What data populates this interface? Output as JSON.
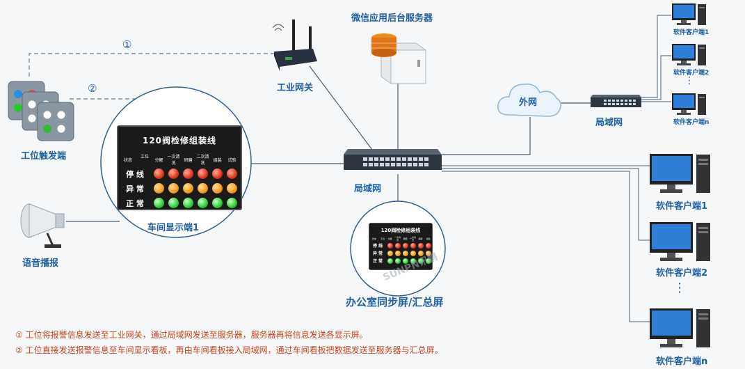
{
  "labels": {
    "server": "微信应用后台服务器",
    "gateway": "工业网关",
    "trigger": "工位触发端",
    "speaker": "语音播报",
    "workshop_display": "车间显示端1",
    "lan_main": "局域网",
    "lan_right": "局域网",
    "wan": "外网",
    "office": "办公室同步屏/汇总屏",
    "small_clients": [
      "软件客户端1",
      "软件客户端2",
      "软件客户端n"
    ],
    "big_clients": [
      "软件客户端1",
      "软件客户端2",
      "软件客户端n"
    ],
    "mark1": "①",
    "mark2": "②",
    "dots": "⋮"
  },
  "board": {
    "title": "120阀检修组装线",
    "state_col": "状态",
    "station_col": "工位",
    "columns": [
      "分解",
      "一次清洗",
      "研磨",
      "二次清洗",
      "组装",
      "试验"
    ],
    "rows": [
      {
        "label": "停 线",
        "color": "red"
      },
      {
        "label": "异 常",
        "color": "orange"
      },
      {
        "label": "正 常",
        "color": "green"
      }
    ]
  },
  "watermark": "SUNPN讯鹏",
  "notes": [
    "① 工位将报警信息发送至工业网关，通过局域网发送至服务器，服务器再将信息发送各显示屏。",
    "② 工位直接发送报警信息至车间显示看板，再由车间看板接入局域网，通过车间看板把数据发送至服务器与汇总屏。"
  ],
  "colors": {
    "label": "#1f5fa0",
    "note": "#c7431d",
    "wire": "#4a5d70"
  }
}
